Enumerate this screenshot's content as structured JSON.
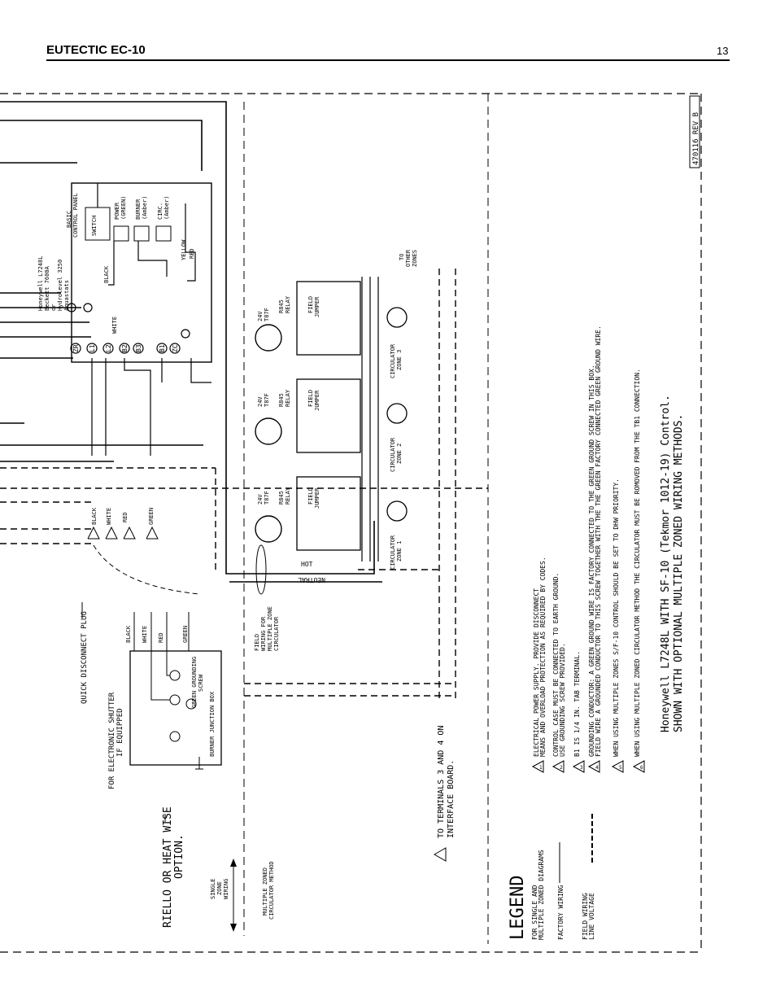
{
  "header": {
    "title": "EUTECTIC EC-10",
    "page_number": "13"
  },
  "drawing_number": "470116 REV B",
  "title_block": {
    "line1": "Honeywell L7248L WITH SF-10 (Tekmor 1012-19) Control.",
    "line2": "SHOWN WITH OPTIONAL MULTIPLE ZONED WIRING METHODS."
  },
  "legend": {
    "title": "LEGEND",
    "subtitle1": "FOR SINGLE AND",
    "subtitle2": "MULTIPLE ZONED DIAGRAMS",
    "factory_wiring": "FACTORY WIRING",
    "field_wiring1": "FIELD WIRING",
    "field_wiring2": "LINE VOLTAGE"
  },
  "notes": [
    {
      "num": "1",
      "lines": [
        "ELECTRICAL POWER SUPPLY. PROVIDE DISCONNECT",
        "MEANS AND OVERLOAD PROTECTION AS REQUIRED BY CODES."
      ]
    },
    {
      "num": "2",
      "lines": [
        "CONTROL CASE MUST BE CONNECTED TO EARTH GROUND.",
        "USE GROUNDING SCREW PROVIDED."
      ]
    },
    {
      "num": "3",
      "lines": [
        "B1 IS 1/4 IN. TAB TERMINAL."
      ]
    },
    {
      "num": "4",
      "lines": [
        "GROUNDING CONDUCTOR:  A GREEN GROUND WIRE IS FACTORY CONNECTED TO THE GREEN GROUND SCREW IN THIS BOX.",
        "FIELD WIRE A GROUNDED CONDUCTOR TO THIS SCREW TOGETHER WITH THE THE GREEN FACTORY CONNECTED GREEN GROUND WIRE."
      ]
    },
    {
      "num": "5",
      "lines": [
        "WHEN USING MULTIPLE ZONES S/F-10 CONTROL SHOULD BE SET TO DHW PRIORITY."
      ]
    },
    {
      "num": "6",
      "lines": [
        "WHEN USING MULTIPLE ZONED CIRCULATOR METHOD THE CIRCULATOR MUST BE ROMOVED FROM THE TB1 CONNECTION."
      ]
    }
  ],
  "labels": {
    "riello1": "RIELLO OR HEAT WISE",
    "riello2": "OPTION.",
    "single_zone1": "SINGLE",
    "single_zone2": "ZONE",
    "single_zone3": "WIRING",
    "multi_zone1": "MULTIPLE ZONED",
    "multi_zone2": "CIRCULATOR METHOD",
    "terminals_note1": "TO TERMINALS 3 AND 4 ON",
    "terminals_note2": "INTERFACE BOARD.",
    "electronic_shutter1": "FOR ELECTRONIC SHUTTER",
    "electronic_shutter2": "IF EQUIPPED",
    "quick_disconnect": "QUICK DISCONNECT PLUG",
    "burner_junction_box": "BURNER JUNCTION BOX",
    "green_grounding1": "GREEN GROUNDING",
    "green_grounding2": "SCREW",
    "field_wiring_multi1": "FIELD",
    "field_wiring_multi2": "WIRING FOR",
    "field_wiring_multi3": "MULTIPLE ZONE",
    "field_wiring_multi4": "CIRCULATOR",
    "hot": "HOT",
    "neutral": "NEUTRAL",
    "to_other_zones1": "TO",
    "to_other_zones2": "OTHER",
    "to_other_zones3": "ZONES",
    "control_model1": "Honeywell L7248L",
    "control_model2": "Beckett 7600A",
    "control_model3": "or",
    "control_model4": "Hydrolevel 3250",
    "control_model5": "Aquastats",
    "basic_control_panel1": "BASIC",
    "basic_control_panel2": "CONTROL PANEL",
    "switch": "SWITCH",
    "power_led1": "POWER",
    "power_led2": "(GREEN)",
    "burner_led1": "BURNER",
    "burner_led2": "(Amber)",
    "circ_led1": "CIRC.",
    "circ_led2": "(Amber)",
    "yellow": "YELLOW",
    "red_wire": "RED",
    "black_wire": "BLACK",
    "white_wire": "WHITE"
  },
  "plug_wires": [
    "BLACK",
    "WHITE",
    "RED",
    "GREEN"
  ],
  "junction_wires": [
    "BLACK",
    "WHITE",
    "RED",
    "GREEN"
  ],
  "aquastat_terminals": [
    "ZR",
    "L1",
    "L2",
    "B2",
    "B3",
    "B1",
    "ZC"
  ],
  "zones": [
    {
      "circ1": "CIRCULATOR",
      "circ2": "ZONE 1",
      "relay1": "R845",
      "relay2": "RELAY",
      "therm1": "24V",
      "therm2": "T87F",
      "jumper1": "FIELD",
      "jumper2": "JUMPER"
    },
    {
      "circ1": "CIRCULATOR",
      "circ2": "ZONE 2",
      "relay1": "R845",
      "relay2": "RELAY",
      "therm1": "24V",
      "therm2": "T87F",
      "jumper1": "FIELD",
      "jumper2": "JUMPER"
    },
    {
      "circ1": "CIRCULATOR",
      "circ2": "ZONE 3",
      "relay1": "R845",
      "relay2": "RELAY",
      "therm1": "24V",
      "therm2": "T87F",
      "jumper1": "FIELD",
      "jumper2": "JUMPER"
    }
  ]
}
